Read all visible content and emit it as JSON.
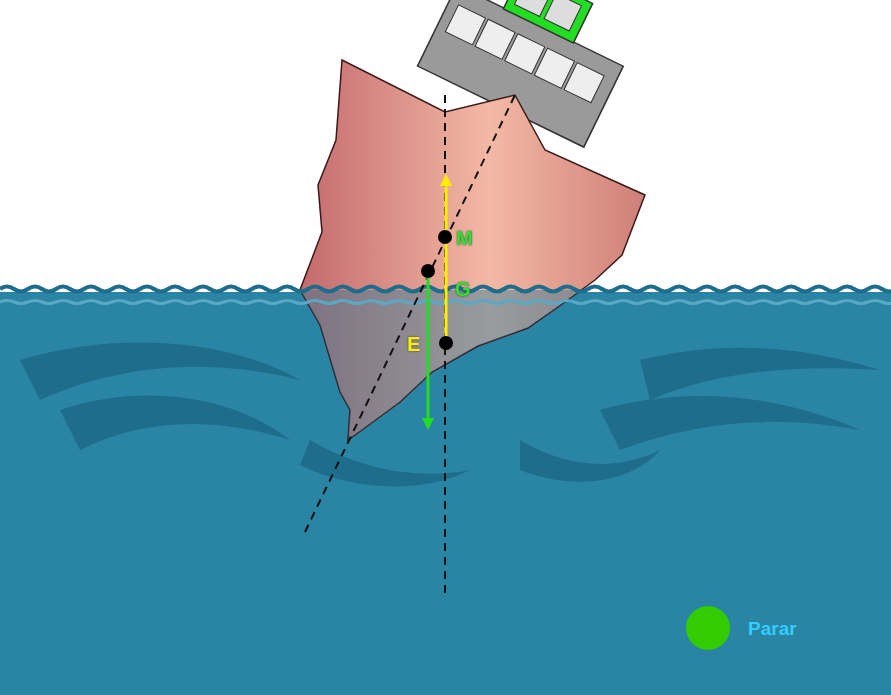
{
  "diagram": {
    "labels": [
      "M",
      "G",
      "E",
      "Parar"
    ]
  }
}
